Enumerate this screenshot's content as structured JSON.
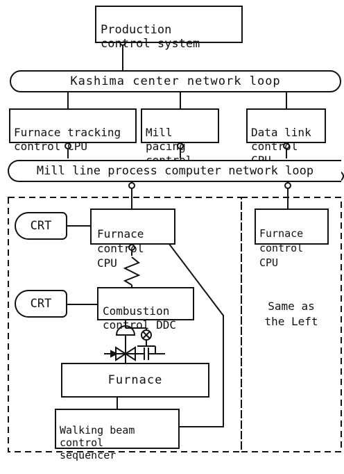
{
  "production_control": "Production\ncontrol system",
  "kashima_loop": "Kashima center network loop",
  "furnace_tracking_cpu": "Furnace tracking\ncontrol CPU",
  "mill_pacing_cpu": "Mill pacing\ncontrol CPU",
  "data_link_cpu": "Data link\ncontrol CPU",
  "mill_line_loop": "Mill line process computer network loop",
  "crt_top": "CRT",
  "furnace_control_cpu_left": "Furnace\ncontrol CPU",
  "crt_bottom": "CRT",
  "combustion_ddc": "Combustion\ncontrol DDC",
  "furnace": "Furnace",
  "walking_beam": "Walking beam\ncontrol\nsequencer",
  "furnace_control_cpu_right": "Furnace\ncontrol CPU",
  "same_as_left": "Same as\nthe Left"
}
